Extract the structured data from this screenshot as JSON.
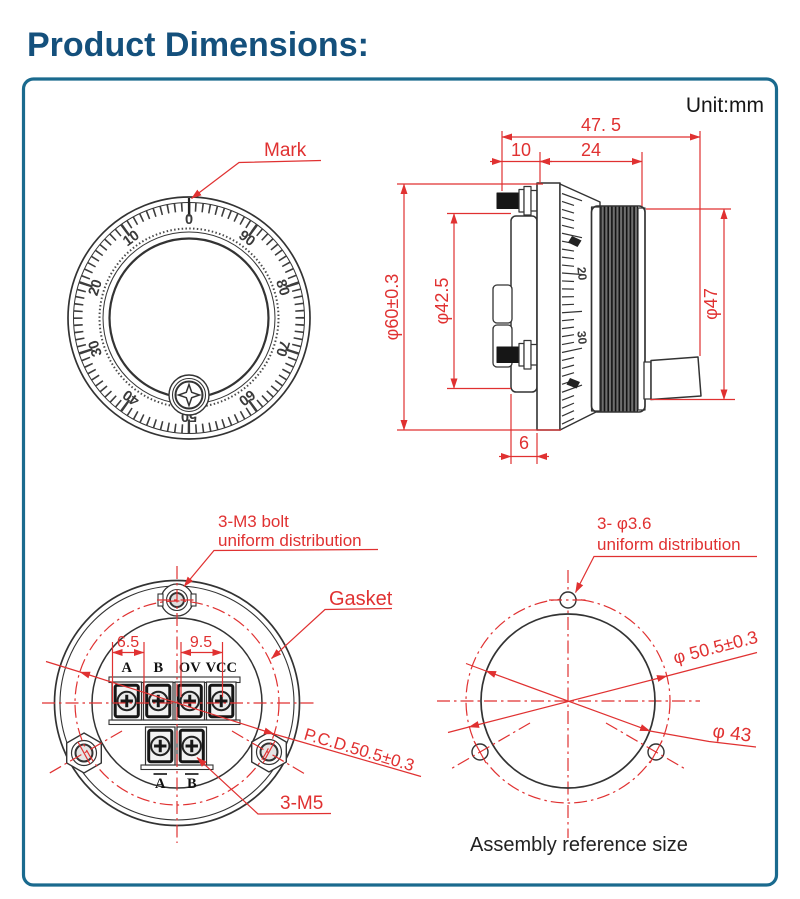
{
  "title": "Product Dimensions:",
  "unit_label": "Unit:mm",
  "colors": {
    "accent_red": "#e03131",
    "title_blue": "#14507c",
    "frame_blue": "#1a6a8e",
    "line_black": "#333333"
  },
  "front_view": {
    "mark_label": "Mark",
    "dial_numbers": [
      "0",
      "10",
      "20",
      "30",
      "40",
      "50",
      "60",
      "70",
      "80",
      "90"
    ]
  },
  "side_view": {
    "dim_overall": "47. 5",
    "dim_shaft": "10",
    "dim_body": "24",
    "dia_flange": "φ60±0.3",
    "dia_body": "φ42.5",
    "dia_wheel": "φ47",
    "dim_step": "6",
    "scale_numbers": [
      "20",
      "30"
    ]
  },
  "rear_view": {
    "m3_label_line1": "3-M3 bolt",
    "m3_label_line2": "uniform distribution",
    "gasket_label": "Gasket",
    "dim_pitch_a": "6.5",
    "dim_pitch_b": "9.5",
    "terminals_top": [
      "A",
      "B",
      "OV",
      "VCC"
    ],
    "terminals_bottom": [
      "A",
      "B"
    ],
    "pcd_label": "P.C.D.50.5±0.3",
    "m5_label": "3-M5"
  },
  "assembly_view": {
    "hole_label_line1": "3- φ3.6",
    "hole_label_line2": "uniform distribution",
    "pcd_label": "φ 50.5±0.3",
    "inner_dia_label": "φ 43",
    "caption": "Assembly reference size"
  }
}
